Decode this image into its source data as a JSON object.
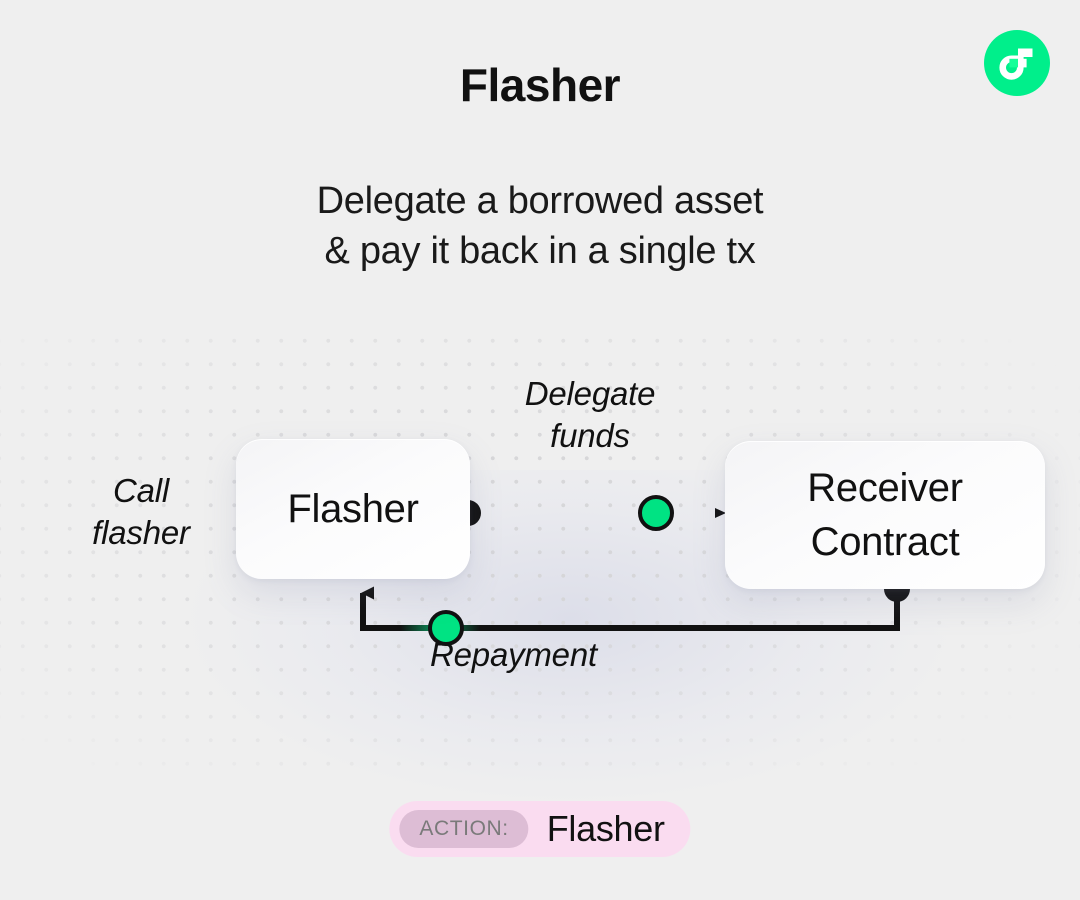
{
  "header": {
    "title": "Flasher",
    "subtitle_line1": "Delegate a borrowed asset",
    "subtitle_line2": "& pay it back in a single tx",
    "logo_icon": "flow-logo-icon"
  },
  "diagram": {
    "nodes": [
      {
        "id": "flasher",
        "label": "Flasher"
      },
      {
        "id": "receiver",
        "label": "Receiver\nContract"
      }
    ],
    "receiver_label_line1": "Receiver",
    "receiver_label_line2": "Contract",
    "labels": {
      "call_line1": "Call",
      "call_line2": "flasher",
      "delegate_line1": "Delegate",
      "delegate_line2": "funds",
      "repayment": "Repayment"
    },
    "colors": {
      "accent_green": "#00e383",
      "logo_green": "#00ef8b",
      "edge_black": "#111111",
      "background": "#efefef",
      "badge_outer": "#fadcf0",
      "badge_inner": "#ddbdd5"
    }
  },
  "action_badge": {
    "chip_label": "ACTION:",
    "value": "Flasher"
  }
}
